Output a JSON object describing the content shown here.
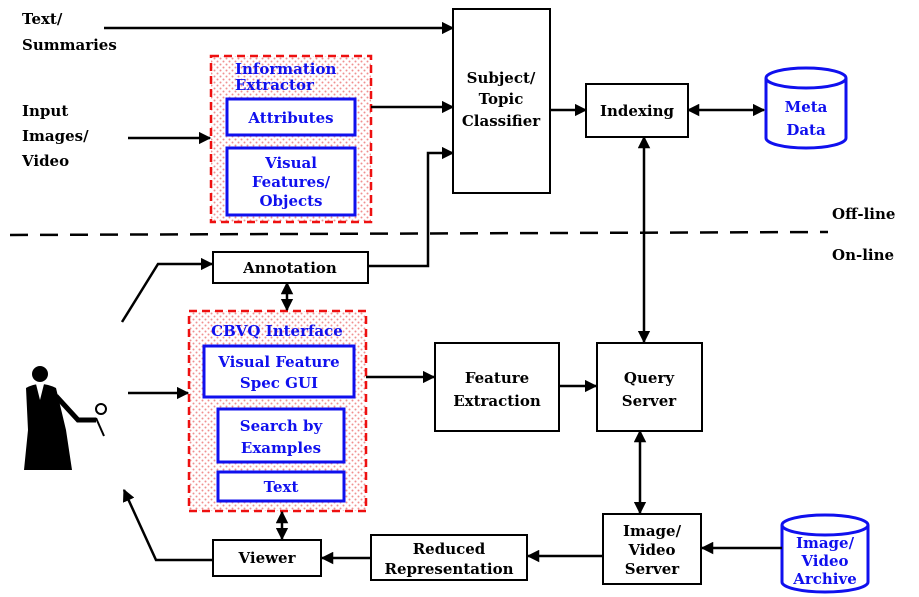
{
  "inputs": {
    "text_summaries": [
      "Text/",
      "Summaries"
    ],
    "input_images": [
      "Input",
      "Images/",
      "Video"
    ]
  },
  "info_extractor": {
    "title": [
      "Information",
      "Extractor"
    ],
    "attributes": "Attributes",
    "visual": [
      "Visual",
      "Features/",
      "Objects"
    ]
  },
  "classifier": [
    "Subject/",
    "Topic",
    "Classifier"
  ],
  "indexing": "Indexing",
  "meta_data": [
    "Meta",
    "Data"
  ],
  "offline": "Off-line",
  "online": "On-line",
  "annotation": "Annotation",
  "cbvq": {
    "title": "CBVQ Interface",
    "visual_spec": [
      "Visual Feature",
      "Spec GUI"
    ],
    "search": [
      "Search by",
      "Examples"
    ],
    "text": "Text"
  },
  "feature_extraction": [
    "Feature",
    "Extraction"
  ],
  "query_server": [
    "Query",
    "Server"
  ],
  "image_server": [
    "Image/",
    "Video",
    "Server"
  ],
  "archive": [
    "Image/",
    "Video",
    "Archive"
  ],
  "reduced": [
    "Reduced",
    "Representation"
  ],
  "viewer": "Viewer",
  "colors": {
    "blue": "#1010ee",
    "red": "#ee1010",
    "line": "#000000"
  }
}
